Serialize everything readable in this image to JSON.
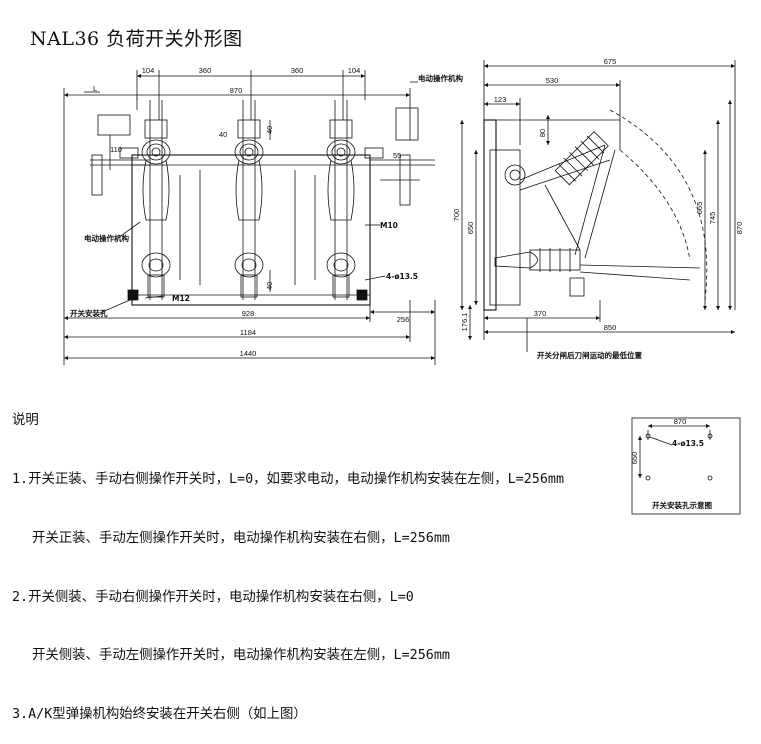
{
  "title": "NAL36 负荷开关外形图",
  "front_view": {
    "dims_top": [
      "104",
      "360",
      "360",
      "104"
    ],
    "dim_870": "870",
    "dim_L": "L",
    "dim_40a": "40",
    "dim_40b": "40",
    "dim_40c": "40",
    "dim_110": "110",
    "dim_55": "55",
    "dim_928": "928",
    "dim_256": "256",
    "dim_1184": "1184",
    "dim_1440": "1440",
    "label_motor_top": "电动操作机构",
    "label_motor_left": "电动操作机构",
    "label_m10": "M10",
    "label_m12": "M12",
    "label_holes": "4-ø13.5",
    "label_mount_hole": "开关安装孔"
  },
  "side_view": {
    "dim_675": "675",
    "dim_530": "530",
    "dim_123": "123",
    "dim_80": "80",
    "dim_700": "700",
    "dim_650": "650",
    "dim_665": "665",
    "dim_745": "745",
    "dim_870": "870",
    "dim_370": "370",
    "dim_176": "176.1",
    "dim_850": "850",
    "label_blade": "开关分闸后刀闸运动的最低位置"
  },
  "notes": {
    "heading": "说明",
    "line1": "1.开关正装、手动右侧操作开关时，L=0，如要求电动，电动操作机构安装在左侧，L=256mm",
    "line1b": "开关正装、手动左侧操作开关时，电动操作机构安装在右侧，L=256mm",
    "line2": "2.开关侧装、手动右侧操作开关时，电动操作机构安装在右侧，L=0",
    "line2b": "开关侧装、手动左侧操作开关时，电动操作机构安装在左侧，L=256mm",
    "line3": "3.A/K型弹操机构始终安装在开关右侧（如上图）"
  },
  "mount_diagram": {
    "dim_870": "870",
    "dim_650": "650",
    "label_holes": "4-ø13.5",
    "caption": "开关安装孔示意图"
  }
}
